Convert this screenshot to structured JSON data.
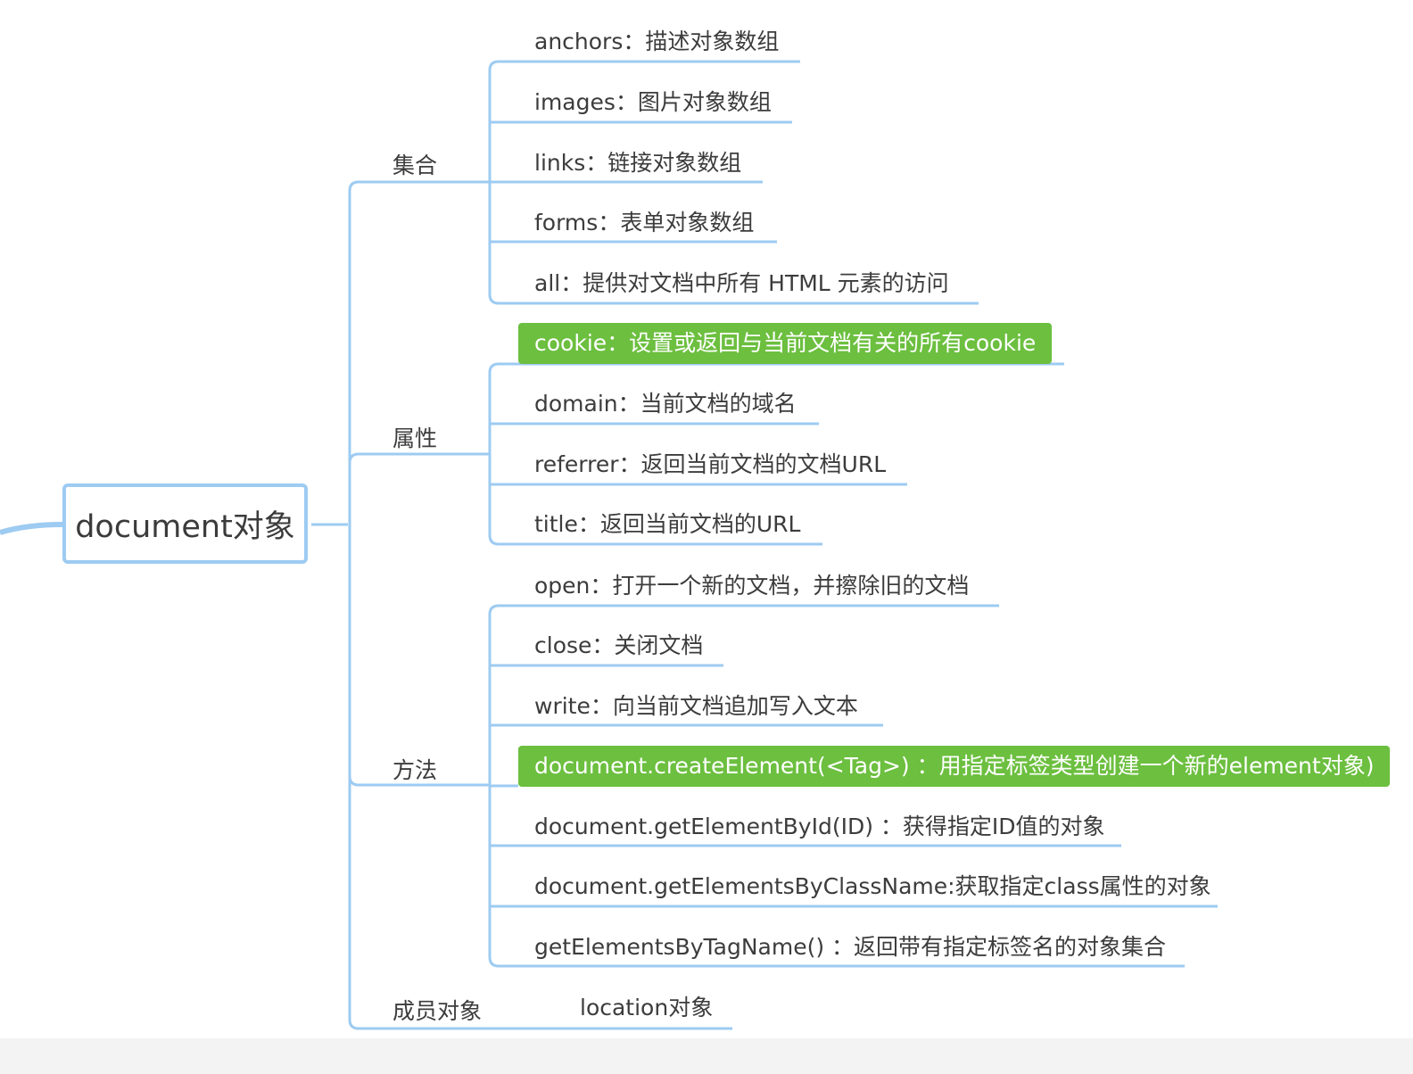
{
  "root": {
    "label": "document对象"
  },
  "branches": [
    {
      "label": "集合",
      "children": [
        "anchors：描述对象数组",
        "images：图片对象数组",
        "links：链接对象数组",
        "forms：表单对象数组",
        "all：提供对文档中所有 HTML 元素的访问"
      ]
    },
    {
      "label": "属性",
      "children": [
        "cookie：设置或返回与当前文档有关的所有cookie",
        "domain：当前文档的域名",
        "referrer：返回当前文档的文档URL",
        "title：返回当前文档的URL"
      ]
    },
    {
      "label": "方法",
      "children": [
        "open：打开一个新的文档，并擦除旧的文档",
        "close：关闭文档",
        "write：向当前文档追加写入文本",
        "document.createElement(<Tag>) ：用指定标签类型创建一个新的element对象)",
        "document.getElementById(ID) ：获得指定ID值的对象",
        "document.getElementsByClassName:获取指定class属性的对象",
        "getElementsByTagName() ：返回带有指定标签名的对象集合"
      ]
    },
    {
      "label": "成员对象",
      "children": [
        "location对象"
      ]
    }
  ],
  "colors": {
    "line": "#9dcbf2",
    "highlight": "#6cbf3f",
    "text": "#3c3c3c"
  }
}
